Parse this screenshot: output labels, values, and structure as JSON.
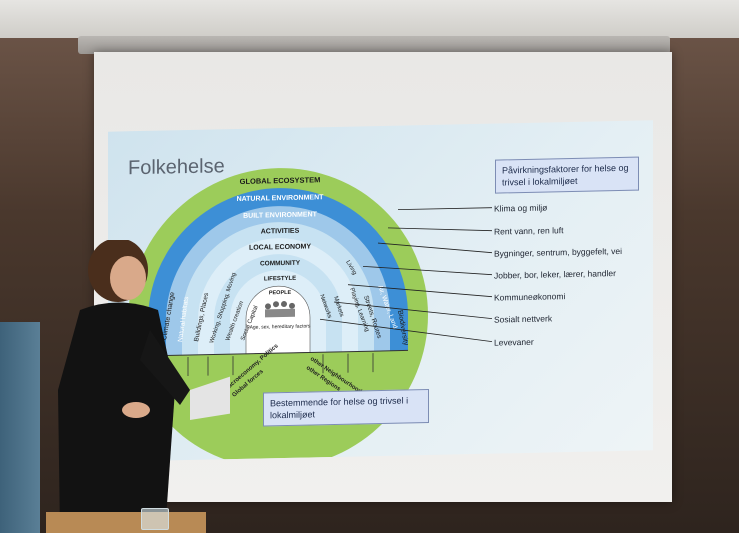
{
  "slide": {
    "title": "Folkehelse",
    "box_top": "Påvirkningsfaktorer for helse og trivsel i lokalmiljøet",
    "box_bottom": "Bestemmende for helse og trivsel i lokalmiljøet",
    "labels": [
      "Klima og miljø",
      "Rent vann, ren luft",
      "Bygninger, sentrum, byggefelt, vei",
      "Jobber, bor, leker, lærer, handler",
      "Kommuneøkonomi",
      "Sosialt nettverk",
      "Levevaner"
    ]
  },
  "diagram": {
    "rings": [
      "GLOBAL ECOSYSTEM",
      "NATURAL ENVIRONMENT",
      "BUILT ENVIRONMENT",
      "ACTIVITIES",
      "LOCAL ECONOMY",
      "COMMUNITY",
      "LIFESTYLE",
      "PEOPLE"
    ],
    "core": "Age, sex, hereditary factors",
    "left_side": [
      "Climate change",
      "Natural habitats",
      "Buildings, Places",
      "Working, Shopping, Moving",
      "Wealth creation",
      "Social Capital"
    ],
    "right_side": [
      "Biodiversity",
      "Air, Water, Land",
      "Streets, Routes",
      "Playing, Learning",
      "Living",
      "Markets",
      "Networks"
    ],
    "bottom_left": [
      "Macroeconomy, Politics",
      "Global forces"
    ],
    "bottom_right": [
      "other Neighbourhoods",
      "other Regions"
    ]
  },
  "colors": {
    "outer": "#9ccc5a",
    "mid": "#3d8fd6",
    "inner": "#c7e2f2",
    "core": "#ffffff"
  }
}
